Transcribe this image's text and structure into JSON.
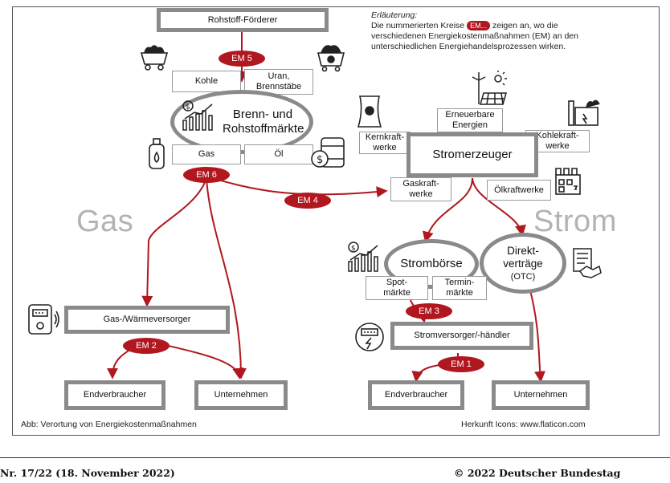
{
  "legend": {
    "title": "Erläuterung:",
    "line1_pre": "Die nummerierten Kreise",
    "pill": "EM...",
    "line1_post": "zeigen an, wo die",
    "line2": "verschiedenen Energiekostenmaßnahmen (EM) an den",
    "line3": "unterschiedlichen Energiehandelsprozessen wirken."
  },
  "nodes": {
    "rohstoff": "Rohstoff-Förderer",
    "kohle": "Kohle",
    "uran": "Uran, Brennstäbe",
    "brenn": "Brenn- und Rohstoffmärkte",
    "gas_small": "Gas",
    "oel": "Öl",
    "erneuerbare": "Erneuerbare Energien",
    "kernkraft": "Kernkraft-werke",
    "kohlekraft": "Kohlekraft-werke",
    "stromerzeuger": "Stromerzeuger",
    "gaskraft": "Gaskraft-werke",
    "oelkraft": "Ölkraftwerke",
    "stromboerse": "Strombörse",
    "direkt": "Direkt-verträge",
    "otc": "(OTC)",
    "spot": "Spot-märkte",
    "termin": "Termin-märkte",
    "gaswaerme": "Gas-/Wärmeversorger",
    "stromversorger": "Stromversorger/-händler",
    "endv_left": "Endverbraucher",
    "untern_left": "Unternehmen",
    "endv_right": "Endverbraucher",
    "untern_right": "Unternehmen"
  },
  "sections": {
    "gas": "Gas",
    "strom": "Strom"
  },
  "measures": {
    "em1": "EM 1",
    "em2": "EM 2",
    "em3": "EM 3",
    "em4": "EM 4",
    "em5": "EM 5",
    "em6": "EM 6"
  },
  "captions": {
    "left": "Abb: Verortung von Energiekostenmaßnahmen",
    "right": "Herkunft Icons: www.flaticon.com"
  },
  "footer": {
    "left": "Nr. 17/22 (18. November 2022)",
    "right": "© 2022 Deutscher Bundestag"
  },
  "colors": {
    "accent": "#b0171f",
    "box_border": "#8a8a8a",
    "ghost_text": "#b3b3b3"
  },
  "icons": [
    "mine-cart-icon",
    "nuclear-cart-icon",
    "market-chart-icon",
    "gas-cylinder-icon",
    "oil-barrel-icon",
    "solar-wind-icon",
    "nuclear-plant-icon",
    "coal-plant-icon",
    "factory-icon",
    "exchange-chart-icon",
    "contract-handshake-icon",
    "gas-meter-icon",
    "electric-meter-icon"
  ]
}
